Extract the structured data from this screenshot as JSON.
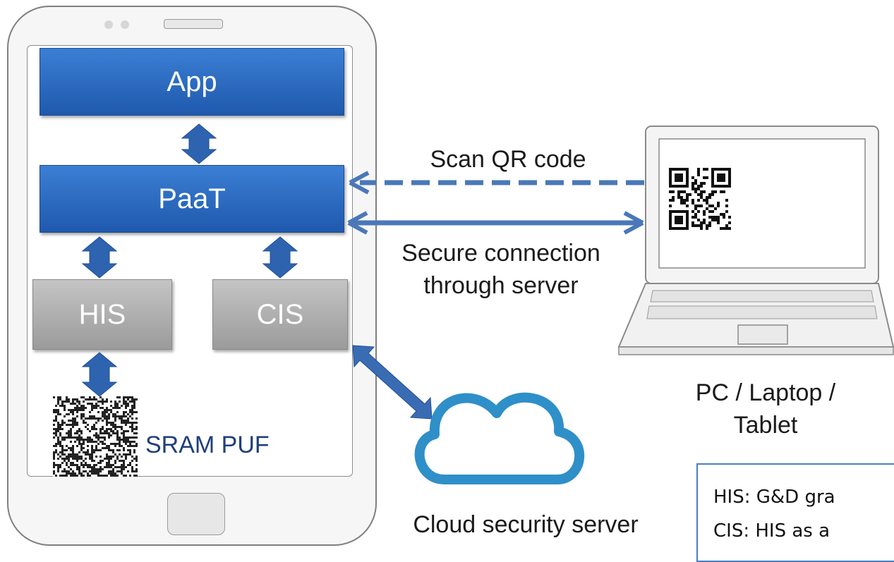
{
  "phone": {
    "app_label": "App",
    "paat_label": "PaaT",
    "his_label": "HIS",
    "cis_label": "CIS",
    "sram_puf_label": "SRAM PUF"
  },
  "links": {
    "scan_qr_label": "Scan QR code",
    "secure_line1": "Secure connection",
    "secure_line2": "through server"
  },
  "laptop": {
    "label_line1": "PC / Laptop /",
    "label_line2": "Tablet"
  },
  "cloud": {
    "label": "Cloud security server"
  },
  "legend": {
    "line1": "HIS: G&D gra",
    "line2": "CIS: HIS as a"
  },
  "colors": {
    "blue_box": "#2a68c0",
    "arrow_blue": "#4a78b8",
    "cloud_blue": "#2f8fc8",
    "gray_box": "#b0b0b0"
  }
}
